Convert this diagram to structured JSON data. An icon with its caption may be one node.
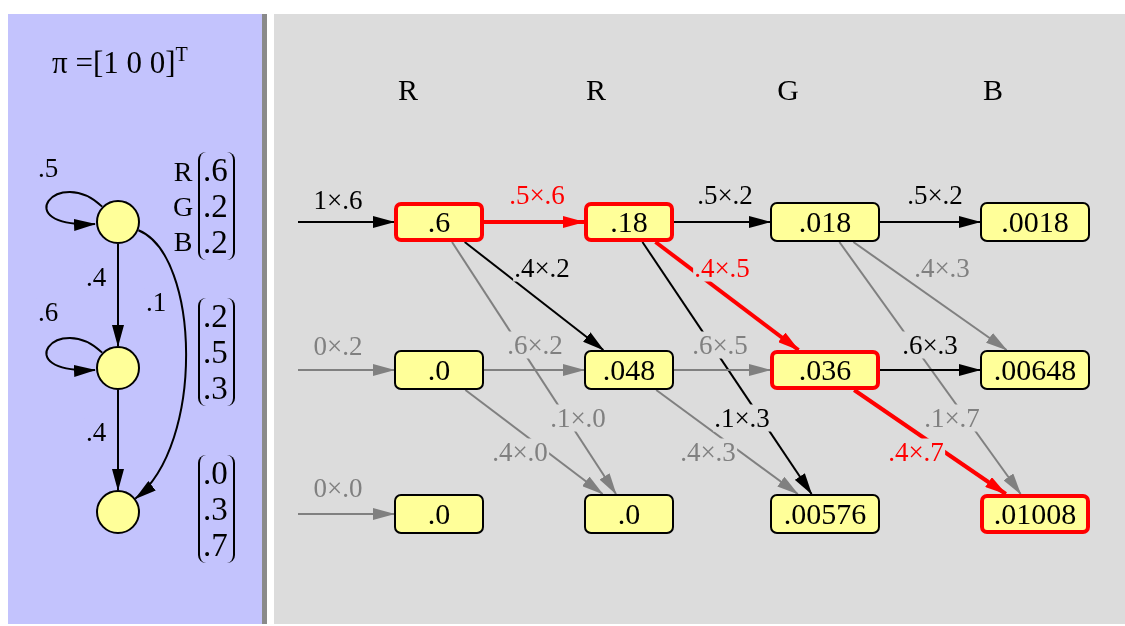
{
  "diagram": {
    "nodes": [
      {
        "text": [],
        "shape": "circle"
      },
      {
        "text": [],
        "shape": "circle"
      },
      {
        "text": [],
        "shape": "circle"
      },
      {
        "text": [
          ".6"
        ]
      },
      {
        "text": [
          ".18"
        ]
      },
      {
        "text": [
          ".018"
        ]
      },
      {
        "text": [
          ".0018"
        ]
      },
      {
        "text": [
          ".0"
        ]
      },
      {
        "text": [
          ".048"
        ]
      },
      {
        "text": [
          ".036"
        ]
      },
      {
        "text": [
          ".00648"
        ]
      },
      {
        "text": [
          ".0"
        ]
      },
      {
        "text": [
          ".0"
        ]
      },
      {
        "text": [
          ".00576"
        ]
      },
      {
        "text": [
          ".01008"
        ]
      }
    ],
    "edges": [
      {
        "from": 0,
        "to": 0,
        "arrow": "to",
        "label": ".5"
      },
      {
        "from": 1,
        "to": 1,
        "arrow": "to",
        "label": ".6"
      },
      {
        "from": 0,
        "to": 1,
        "arrow": "to",
        "label": ".4"
      },
      {
        "from": 1,
        "to": 2,
        "arrow": "to",
        "label": ".4"
      },
      {
        "from": 0,
        "to": 2,
        "arrow": "to",
        "label": ".1"
      },
      {
        "from": null,
        "to": 3,
        "arrow": "to",
        "label": "1×.6"
      },
      {
        "from": null,
        "to": 7,
        "arrow": "to",
        "label": "0×.2",
        "color": "#808080"
      },
      {
        "from": null,
        "to": 11,
        "arrow": "to",
        "label": "0×.0",
        "color": "#808080"
      },
      {
        "from": 3,
        "to": 4,
        "arrow": "to",
        "label": ".5×.6",
        "style": "thick",
        "color": "#ff0000"
      },
      {
        "from": 3,
        "to": 8,
        "arrow": "to",
        "label": ".4×.2"
      },
      {
        "from": 3,
        "to": 12,
        "arrow": "to",
        "label": ".1×.0",
        "color": "#808080"
      },
      {
        "from": 7,
        "to": 8,
        "arrow": "to",
        "label": ".6×.2",
        "color": "#808080"
      },
      {
        "from": 7,
        "to": 12,
        "arrow": "to",
        "label": ".4×.0",
        "color": "#808080"
      },
      {
        "from": 4,
        "to": 5,
        "arrow": "to",
        "label": ".5×.2"
      },
      {
        "from": 4,
        "to": 9,
        "arrow": "to",
        "label": ".4×.5",
        "style": "thick",
        "color": "#ff0000"
      },
      {
        "from": 4,
        "to": 13,
        "arrow": "to",
        "label": ".1×.3"
      },
      {
        "from": 8,
        "to": 9,
        "arrow": "to",
        "label": ".6×.5",
        "color": "#808080"
      },
      {
        "from": 8,
        "to": 13,
        "arrow": "to",
        "label": ".4×.3",
        "color": "#808080"
      },
      {
        "from": 5,
        "to": 6,
        "arrow": "to",
        "label": ".5×.2"
      },
      {
        "from": 5,
        "to": 10,
        "arrow": "to",
        "label": ".4×.3",
        "color": "#808080"
      },
      {
        "from": 5,
        "to": 14,
        "arrow": "to",
        "label": ".1×.7",
        "color": "#808080"
      },
      {
        "from": 9,
        "to": 10,
        "arrow": "to",
        "label": ".6×.3"
      },
      {
        "from": 9,
        "to": 14,
        "arrow": "to",
        "label": ".4×.7",
        "style": "thick",
        "color": "#ff0000"
      }
    ],
    "labels": [
      "π =[1 0 0]$^{T}$",
      "R",
      "G",
      "B",
      ".6 .2 .2",
      ".2 .5 .3",
      ".0 .3 .7",
      "R",
      "R",
      "G",
      "B"
    ]
  }
}
